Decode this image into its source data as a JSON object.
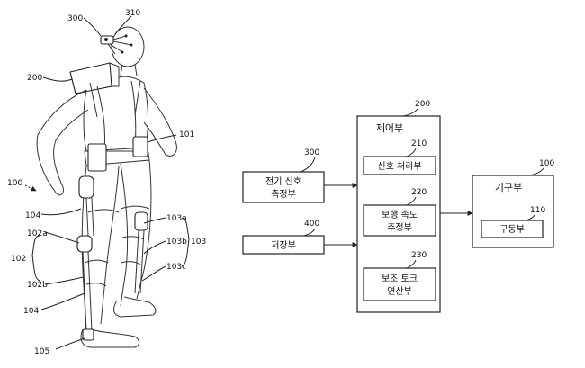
{
  "figure_labels": {
    "l300": "300",
    "l310": "310",
    "l200": "200",
    "l101": "101",
    "l100": "100",
    "l104a": "104",
    "l102a": "102a",
    "l102": "102",
    "l102b": "102b",
    "l104b": "104",
    "l103a": "103a",
    "l103b": "103b",
    "l103c": "103c",
    "l103": "103",
    "l105": "105"
  },
  "block_diagram": {
    "sensor": {
      "ref": "300",
      "line1": "전기 신호",
      "line2": "측정부"
    },
    "storage": {
      "ref": "400",
      "label": "저장부"
    },
    "controller": {
      "ref": "200",
      "title": "제어부",
      "signal": {
        "ref": "210",
        "label": "신호 처리부"
      },
      "gait": {
        "ref": "220",
        "line1": "보행 속도",
        "line2": "추정부"
      },
      "torque": {
        "ref": "230",
        "line1": "보조 토크",
        "line2": "연산부"
      }
    },
    "mechanism": {
      "ref": "100",
      "title": "기구부",
      "drive": {
        "ref": "110",
        "label": "구동부"
      }
    }
  }
}
